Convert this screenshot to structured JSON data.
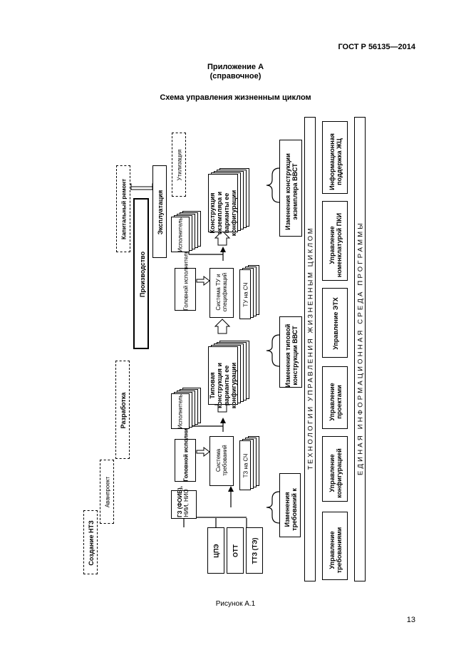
{
  "header": {
    "standard": "ГОСТ Р 56135—2014"
  },
  "appendix": {
    "title": "Приложение А",
    "subtitle": "(справочное)"
  },
  "figure_title": "Схема управления жизненным циклом",
  "phases": {
    "nt3": "Создание НТЗ",
    "avanproekt": "Аванпроект",
    "razrabotka": "Разработка",
    "kapremont": "Капитальный ремонт",
    "proizvodstvo": "Производство",
    "ekspluataciya": "Эксплуатация",
    "utilizaciya": "Утилизация"
  },
  "col1": {
    "gz": "ГЗ (ФОИВ),",
    "gz_sub": "НИИ, НИО",
    "cpe": "ЦПЭ",
    "ott": "ОТТ",
    "ttz": "ТТЗ (ТЭ)"
  },
  "col2": {
    "golovnoy": "Головной исполнитель",
    "ispolnitel": "Исполнитель",
    "sistema": "Система требований",
    "tz": "ТЗ на СЧ",
    "changes": "Изменения требований к",
    "tipovaya": "Типовая конструкция и варианты ее конфигурации",
    "changes2": "Изменения типовой конструкции ВВСТ"
  },
  "col3": {
    "golovnoy": "Головной исполнитель",
    "ispolnitel": "Исполнитель",
    "sistema": "Система ТУ и спецификаций",
    "tu": "ТУ на СЧ",
    "konstr": "Конструкция экземпляра и варианты ее конфигурации",
    "changes": "Изменения конструкции экземпляра ВВСТ"
  },
  "tech_band": "ТЕХНОЛОГИИ УПРАВЛЕНИЯ ЖИЗНЕННЫМ ЦИКЛОМ",
  "mgmt": [
    "Управление требованиями",
    "Управление конфигурацией",
    "Управление проектами",
    "Управление ЭТХ",
    "Управление номенклатурой ПКИ",
    "Информационная поддержка ЖЦ"
  ],
  "info_band": "ЕДИНАЯ ИНФОРМАЦИОННАЯ СРЕДА ПРОГРАММЫ",
  "figure_caption": "Рисунок А.1",
  "page_number": "13"
}
